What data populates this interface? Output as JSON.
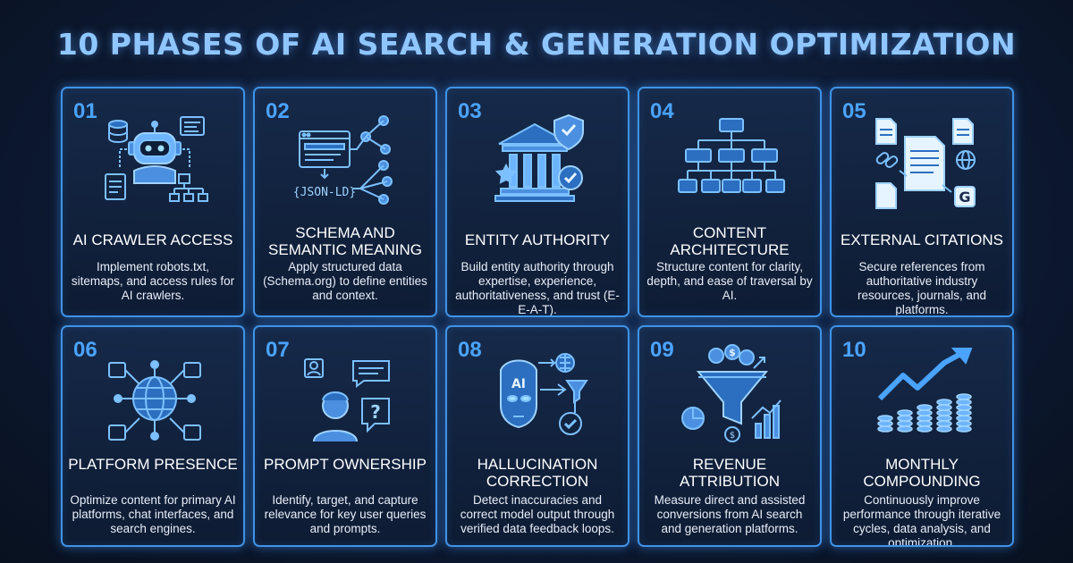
{
  "title": "10 PHASES OF AI SEARCH & GENERATION OPTIMIZATION",
  "cards": [
    {
      "num": "01",
      "title": "AI CRAWLER ACCESS",
      "desc": "Implement robots.txt, sitemaps, and access rules for AI crawlers.",
      "icon": "robot-crawler-icon"
    },
    {
      "num": "02",
      "title": "SCHEMA AND SEMANTIC MEANING",
      "desc": "Apply structured data (Schema.org) to define entities and context.",
      "icon": "json-ld-schema-icon",
      "icon_text": "{JSON-LD}"
    },
    {
      "num": "03",
      "title": "ENTITY AUTHORITY",
      "desc": "Build entity authority through expertise, experience, authoritativeness, and trust (E-E-A-T).",
      "icon": "institution-shield-icon"
    },
    {
      "num": "04",
      "title": "CONTENT ARCHITECTURE",
      "desc": "Structure content for clarity, depth, and ease of traversal by AI.",
      "icon": "hierarchy-tree-icon"
    },
    {
      "num": "05",
      "title": "EXTERNAL CITATIONS",
      "desc": "Secure references from authoritative industry resources, journals, and platforms.",
      "icon": "documents-links-icon",
      "icon_text": "G"
    },
    {
      "num": "06",
      "title": "PLATFORM PRESENCE",
      "desc": "Optimize content for primary AI platforms, chat interfaces, and search engines.",
      "icon": "globe-network-icon"
    },
    {
      "num": "07",
      "title": "PROMPT OWNERSHIP",
      "desc": "Identify, target, and capture relevance for key user queries and prompts.",
      "icon": "user-chat-question-icon",
      "icon_text": "?"
    },
    {
      "num": "08",
      "title": "HALLUCINATION CORRECTION",
      "desc": "Detect inaccuracies and correct model output through verified data feedback loops.",
      "icon": "ai-head-filter-icon",
      "icon_text": "AI"
    },
    {
      "num": "09",
      "title": "REVENUE ATTRIBUTION",
      "desc": "Measure direct and assisted conversions from AI search and generation platforms.",
      "icon": "funnel-dollar-icon",
      "icon_text": "$"
    },
    {
      "num": "10",
      "title": "MONTHLY COMPOUNDING",
      "desc": "Continuously improve performance through iterative cycles, data analysis, and optimization.",
      "icon": "growth-coins-chart-icon"
    }
  ],
  "colors": {
    "accent": "#4aa3ff",
    "icon_light": "#7cc0ff",
    "background": "#0d1a33",
    "title": "#8fc6ff"
  }
}
